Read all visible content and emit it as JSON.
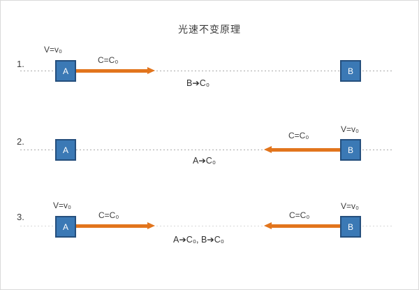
{
  "title": "光速不变原理",
  "colors": {
    "box_fill": "#3B79B5",
    "box_border": "#254F7D",
    "arrow": "#E2751D",
    "dash_line": "#A9A9A9",
    "text": "#3C3C3C",
    "canvas_border": "#D9D9D9"
  },
  "rows": [
    {
      "number": "1.",
      "box_a": "A",
      "box_b": "B",
      "velocity_a": "V=v₀",
      "light_speed_left": "C=C₀",
      "observed": "B➔C₀"
    },
    {
      "number": "2.",
      "box_a": "A",
      "box_b": "B",
      "velocity_b": "V=v₀",
      "light_speed_right": "C=C₀",
      "observed": "A➔C₀"
    },
    {
      "number": "3.",
      "box_a": "A",
      "box_b": "B",
      "velocity_a": "V=v₀",
      "velocity_b": "V=v₀",
      "light_speed_left": "C=C₀",
      "light_speed_right": "C=C₀",
      "observed": "A➔C₀, B➔C₀"
    }
  ]
}
